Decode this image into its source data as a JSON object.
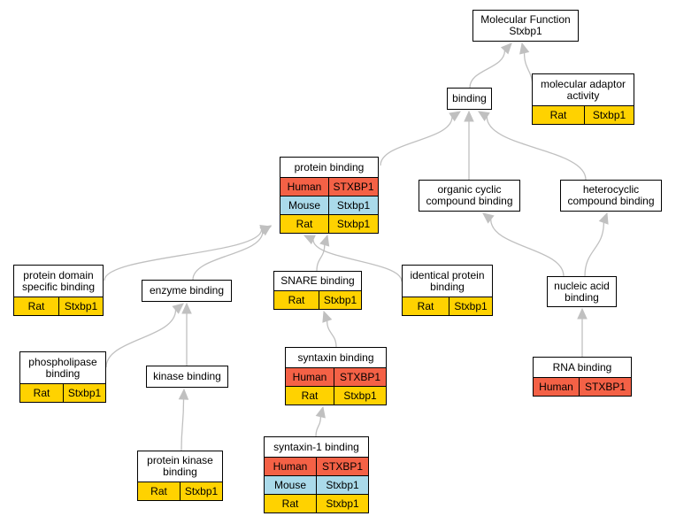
{
  "colors": {
    "human": "#f46146",
    "mouse": "#aadaea",
    "rat": "#ffd200",
    "edge": "#c0c0c0"
  },
  "nodes": {
    "mf": {
      "label": "Molecular Function\nStxbp1",
      "annotations": []
    },
    "binding": {
      "label": "binding",
      "annotations": []
    },
    "adaptor": {
      "label": "molecular adaptor\nactivity",
      "annotations": [
        {
          "species": "Rat",
          "gene": "Stxbp1"
        }
      ]
    },
    "protein_binding": {
      "label": "protein binding",
      "annotations": [
        {
          "species": "Human",
          "gene": "STXBP1"
        },
        {
          "species": "Mouse",
          "gene": "Stxbp1"
        },
        {
          "species": "Rat",
          "gene": "Stxbp1"
        }
      ]
    },
    "organic": {
      "label": "organic cyclic\ncompound binding",
      "annotations": []
    },
    "hetero": {
      "label": "heterocyclic\ncompound binding",
      "annotations": []
    },
    "domain": {
      "label": "protein domain\nspecific binding",
      "annotations": [
        {
          "species": "Rat",
          "gene": "Stxbp1"
        }
      ]
    },
    "enzyme": {
      "label": "enzyme binding",
      "annotations": []
    },
    "snare": {
      "label": "SNARE binding",
      "annotations": [
        {
          "species": "Rat",
          "gene": "Stxbp1"
        }
      ]
    },
    "identical": {
      "label": "identical protein\nbinding",
      "annotations": [
        {
          "species": "Rat",
          "gene": "Stxbp1"
        }
      ]
    },
    "nucleic": {
      "label": "nucleic acid\nbinding",
      "annotations": []
    },
    "phospho": {
      "label": "phospholipase\nbinding",
      "annotations": [
        {
          "species": "Rat",
          "gene": "Stxbp1"
        }
      ]
    },
    "kinase": {
      "label": "kinase binding",
      "annotations": []
    },
    "syntaxin": {
      "label": "syntaxin binding",
      "annotations": [
        {
          "species": "Human",
          "gene": "STXBP1"
        },
        {
          "species": "Rat",
          "gene": "Stxbp1"
        }
      ]
    },
    "rna": {
      "label": "RNA binding",
      "annotations": [
        {
          "species": "Human",
          "gene": "STXBP1"
        }
      ]
    },
    "pkinase": {
      "label": "protein kinase\nbinding",
      "annotations": [
        {
          "species": "Rat",
          "gene": "Stxbp1"
        }
      ]
    },
    "syntaxin1": {
      "label": "syntaxin-1 binding",
      "annotations": [
        {
          "species": "Human",
          "gene": "STXBP1"
        },
        {
          "species": "Mouse",
          "gene": "Stxbp1"
        },
        {
          "species": "Rat",
          "gene": "Stxbp1"
        }
      ]
    }
  },
  "edges": [
    {
      "from": "binding",
      "to": "mf"
    },
    {
      "from": "adaptor",
      "to": "mf"
    },
    {
      "from": "protein_binding",
      "to": "binding"
    },
    {
      "from": "organic",
      "to": "binding"
    },
    {
      "from": "hetero",
      "to": "binding"
    },
    {
      "from": "domain",
      "to": "protein_binding"
    },
    {
      "from": "enzyme",
      "to": "protein_binding"
    },
    {
      "from": "snare",
      "to": "protein_binding"
    },
    {
      "from": "identical",
      "to": "protein_binding"
    },
    {
      "from": "nucleic",
      "to": "organic"
    },
    {
      "from": "nucleic",
      "to": "hetero"
    },
    {
      "from": "phospho",
      "to": "enzyme"
    },
    {
      "from": "kinase",
      "to": "enzyme"
    },
    {
      "from": "syntaxin",
      "to": "snare"
    },
    {
      "from": "rna",
      "to": "nucleic"
    },
    {
      "from": "pkinase",
      "to": "kinase"
    },
    {
      "from": "syntaxin1",
      "to": "syntaxin"
    }
  ]
}
